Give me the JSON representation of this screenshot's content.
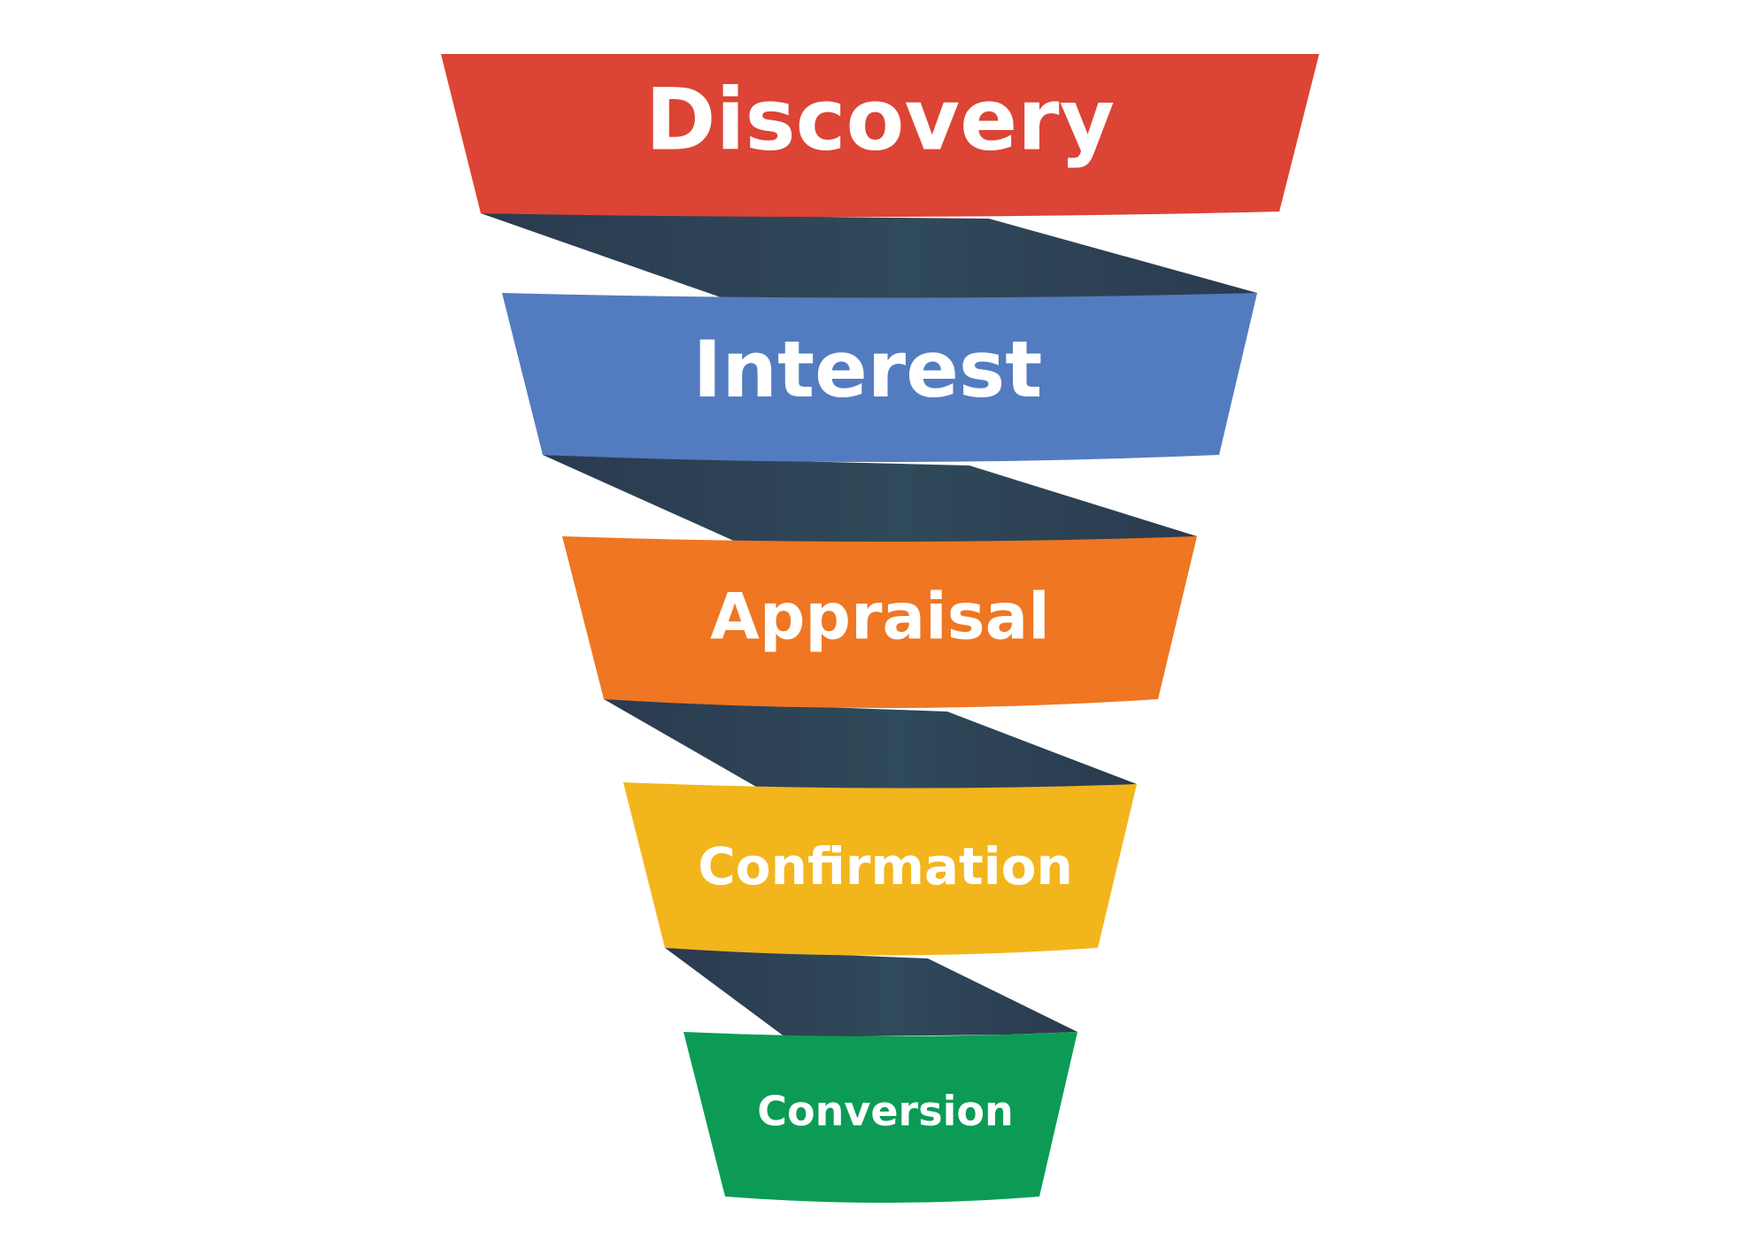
{
  "funnel": {
    "stages": [
      {
        "label": "Discovery",
        "color": "#dc4435"
      },
      {
        "label": "Interest",
        "color": "#537cc0"
      },
      {
        "label": "Appraisal",
        "color": "#ef7622"
      },
      {
        "label": "Confirmation",
        "color": "#f3b51c"
      },
      {
        "label": "Conversion",
        "color": "#0b9b55"
      }
    ],
    "connector_colors": [
      "#2b3a4f",
      "#2f4a5a"
    ]
  }
}
